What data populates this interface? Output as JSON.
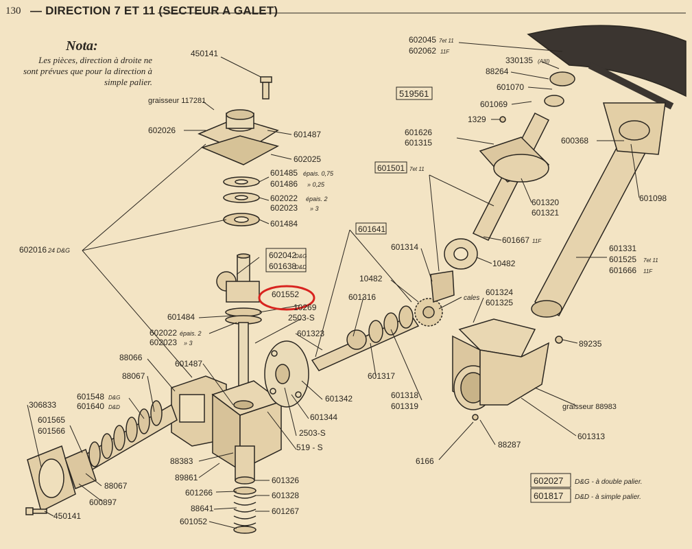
{
  "header": {
    "page_number": "130",
    "title": "— DIRECTION 7 ET 11 (SECTEUR A GALET)"
  },
  "nota": {
    "title": "Nota:",
    "text": "Les pièces, direction à droite ne sont prévues que pour la direction à simple palier."
  },
  "colors": {
    "background": "#f3e4c4",
    "ink": "#2a2620",
    "highlight_circle": "#d8231f"
  },
  "labels": {
    "l_450141_top": "450141",
    "l_graisseur_117281": "graisseur 117281",
    "l_602026": "602026",
    "l_601487_top": "601487",
    "l_602025": "602025",
    "l_601485": "601485",
    "l_601485_ep": "épais. 0,75",
    "l_601486": "601486",
    "l_601486_ep": "»  0,25",
    "l_602022_top": "602022",
    "l_602022_ep": "épais. 2",
    "l_602023_top": "602023",
    "l_602023_ep": "»  3",
    "l_601484_top": "601484",
    "l_602016": "602016",
    "l_602016_sfx": "24 D&G",
    "l_602042": "602042",
    "l_602042_sfx": "D&G",
    "l_601638": "601638",
    "l_601638_sfx": "D&D",
    "l_601552": "601552",
    "l_10269": "10269",
    "l_2503s_top": "2503-S",
    "l_601323": "601323",
    "l_601484_mid": "601484",
    "l_602022_mid": "602022",
    "l_602022_mid_ep": "épais. 2",
    "l_602023_mid": "602023",
    "l_602023_mid_ep": "»  3",
    "l_88066": "88066",
    "l_601487_mid": "601487",
    "l_88067_top": "88067",
    "l_601548": "601548",
    "l_601548_sfx": "D&G",
    "l_601640": "601640",
    "l_601640_sfx": "D&D",
    "l_306833": "306833",
    "l_601565": "601565",
    "l_601566": "601566",
    "l_88383": "88383",
    "l_89861": "89861",
    "l_88067_bot": "88067",
    "l_600897": "600897",
    "l_450141_bot": "450141",
    "l_601326": "601326",
    "l_601266": "601266",
    "l_601328": "601328",
    "l_88641": "88641",
    "l_601267": "601267",
    "l_601052": "601052",
    "l_2503s_bot": "2503-S",
    "l_519s": "519 - S",
    "l_601344": "601344",
    "l_601342": "601342",
    "l_601641": "601641",
    "l_601316": "601316",
    "l_10482_mid": "10482",
    "l_601314": "601314",
    "l_601317": "601317",
    "l_601318": "601318",
    "l_601319": "601319",
    "l_519561": "519561",
    "l_601501": "601501",
    "l_601501_sfx": "7et 11",
    "l_601626": "601626",
    "l_601315": "601315",
    "l_1329": "1329",
    "l_601069": "601069",
    "l_601070": "601070",
    "l_88264": "88264",
    "l_330135": "330135",
    "l_330135_sfx": "(AIII)",
    "l_602045": "602045",
    "l_602045_sfx": "7et 11",
    "l_602062": "602062",
    "l_602062_sfx": "11F",
    "l_600368": "600368",
    "l_601098": "601098",
    "l_601320": "601320",
    "l_601321": "601321",
    "l_601667": "601667",
    "l_601667_sfx": "11F",
    "l_10482_right": "10482",
    "l_601331": "601331",
    "l_601325_a": "601525",
    "l_601325_a_sfx": "7et 11",
    "l_601666": "601666",
    "l_601666_sfx": "11F",
    "l_601324": "601324",
    "l_601325": "601325",
    "l_cales": "cales",
    "l_89235": "89235",
    "l_graisseur_88983": "graisseur 88983",
    "l_601313": "601313",
    "l_88287": "88287",
    "l_6166": "6166"
  },
  "legend": {
    "row1_code": "602027",
    "row1_text": "D&G - à double palier.",
    "row2_code": "601817",
    "row2_text": "D&D - à simple palier."
  }
}
